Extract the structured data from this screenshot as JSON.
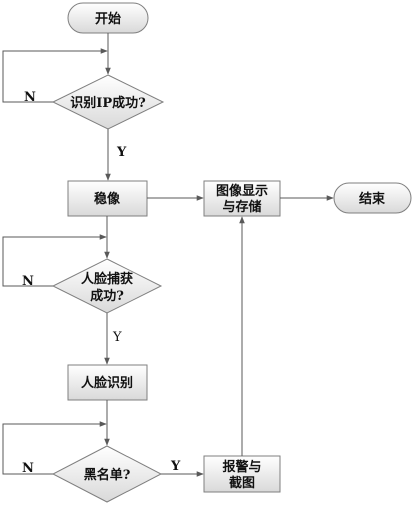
{
  "nodes": {
    "start": "开始",
    "recognize_ip": "识别IP成功?",
    "stabilize": "稳像",
    "display_store_line1": "图像显示",
    "display_store_line2": "与存储",
    "end": "结束",
    "face_capture_line1": "人脸捕获",
    "face_capture_line2": "成功?",
    "face_recognition": "人脸识别",
    "blacklist": "黑名单?",
    "alarm_line1": "报警与",
    "alarm_line2": "截图"
  },
  "labels": {
    "ip_no": "N",
    "ip_yes": "Y",
    "face_no": "N",
    "face_yes": "Y",
    "blacklist_no": "N",
    "blacklist_yes": "Y"
  },
  "colors": {
    "line": "#595959",
    "box_fill_top": "#ffffff",
    "box_fill_bottom": "#d9d9d9",
    "box_stroke": "#7f7f7f"
  }
}
